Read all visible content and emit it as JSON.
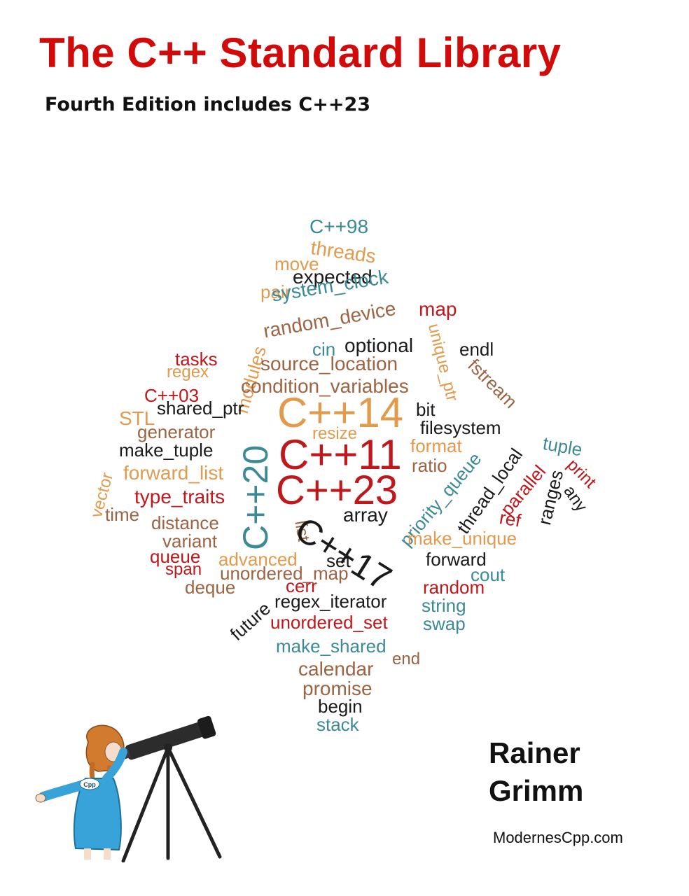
{
  "book": {
    "title": "The C++ Standard Library",
    "subtitle": "Fourth Edition includes C++23",
    "author_first": "Rainer",
    "author_last": "Grimm",
    "website": "ModernesCpp.com",
    "illustration_badge": "Cpp"
  },
  "colors": {
    "title": "#d10a0a",
    "red": "#c0171b",
    "orange": "#e29a4d",
    "brown": "#9c6443",
    "teal": "#3b8a96",
    "black": "#1a1a1a"
  },
  "words": [
    {
      "text": "C++98",
      "color": "teal"
    },
    {
      "text": "threads",
      "color": "orange"
    },
    {
      "text": "move",
      "color": "orange"
    },
    {
      "text": "expected",
      "color": "black"
    },
    {
      "text": "pair",
      "color": "orange"
    },
    {
      "text": "system_clock",
      "color": "teal"
    },
    {
      "text": "random_device",
      "color": "brown"
    },
    {
      "text": "map",
      "color": "red"
    },
    {
      "text": "modules",
      "color": "orange"
    },
    {
      "text": "cin",
      "color": "teal"
    },
    {
      "text": "optional",
      "color": "black"
    },
    {
      "text": "unique_ptr",
      "color": "orange"
    },
    {
      "text": "endl",
      "color": "black"
    },
    {
      "text": "tasks",
      "color": "red"
    },
    {
      "text": "source_location",
      "color": "brown"
    },
    {
      "text": "fstream",
      "color": "brown"
    },
    {
      "text": "regex",
      "color": "orange"
    },
    {
      "text": "condition_variables",
      "color": "brown"
    },
    {
      "text": "C++03",
      "color": "red"
    },
    {
      "text": "shared_ptr",
      "color": "black"
    },
    {
      "text": "C++14",
      "color": "orange"
    },
    {
      "text": "bit",
      "color": "black"
    },
    {
      "text": "STL",
      "color": "orange"
    },
    {
      "text": "generator",
      "color": "brown"
    },
    {
      "text": "C++20",
      "color": "teal"
    },
    {
      "text": "resize",
      "color": "orange"
    },
    {
      "text": "filesystem",
      "color": "black"
    },
    {
      "text": "tuple",
      "color": "teal"
    },
    {
      "text": "make_tuple",
      "color": "black"
    },
    {
      "text": "C++11",
      "color": "red"
    },
    {
      "text": "format",
      "color": "orange"
    },
    {
      "text": "thread_local",
      "color": "black"
    },
    {
      "text": "ranges",
      "color": "black"
    },
    {
      "text": "print",
      "color": "red"
    },
    {
      "text": "vector",
      "color": "orange"
    },
    {
      "text": "forward_list",
      "color": "orange"
    },
    {
      "text": "ratio",
      "color": "brown"
    },
    {
      "text": "priority_queue",
      "color": "teal"
    },
    {
      "text": "parallel",
      "color": "red"
    },
    {
      "text": "any",
      "color": "black"
    },
    {
      "text": "type_traits",
      "color": "red"
    },
    {
      "text": "C++23",
      "color": "red"
    },
    {
      "text": "time",
      "color": "brown"
    },
    {
      "text": "distance",
      "color": "brown"
    },
    {
      "text": "list",
      "color": "brown"
    },
    {
      "text": "array",
      "color": "black"
    },
    {
      "text": "ref",
      "color": "red"
    },
    {
      "text": "variant",
      "color": "brown"
    },
    {
      "text": "C++17",
      "color": "black"
    },
    {
      "text": "make_unique",
      "color": "orange"
    },
    {
      "text": "queue",
      "color": "red"
    },
    {
      "text": "advanced",
      "color": "orange"
    },
    {
      "text": "set",
      "color": "black"
    },
    {
      "text": "forward",
      "color": "black"
    },
    {
      "text": "span",
      "color": "red"
    },
    {
      "text": "unordered_map",
      "color": "brown"
    },
    {
      "text": "cout",
      "color": "teal"
    },
    {
      "text": "deque",
      "color": "brown"
    },
    {
      "text": "cerr",
      "color": "red"
    },
    {
      "text": "random",
      "color": "red"
    },
    {
      "text": "future",
      "color": "black"
    },
    {
      "text": "regex_iterator",
      "color": "black"
    },
    {
      "text": "string",
      "color": "teal"
    },
    {
      "text": "unordered_set",
      "color": "red"
    },
    {
      "text": "swap",
      "color": "teal"
    },
    {
      "text": "make_shared",
      "color": "teal"
    },
    {
      "text": "end",
      "color": "brown"
    },
    {
      "text": "calendar",
      "color": "brown"
    },
    {
      "text": "promise",
      "color": "brown"
    },
    {
      "text": "begin",
      "color": "black"
    },
    {
      "text": "stack",
      "color": "teal"
    }
  ]
}
